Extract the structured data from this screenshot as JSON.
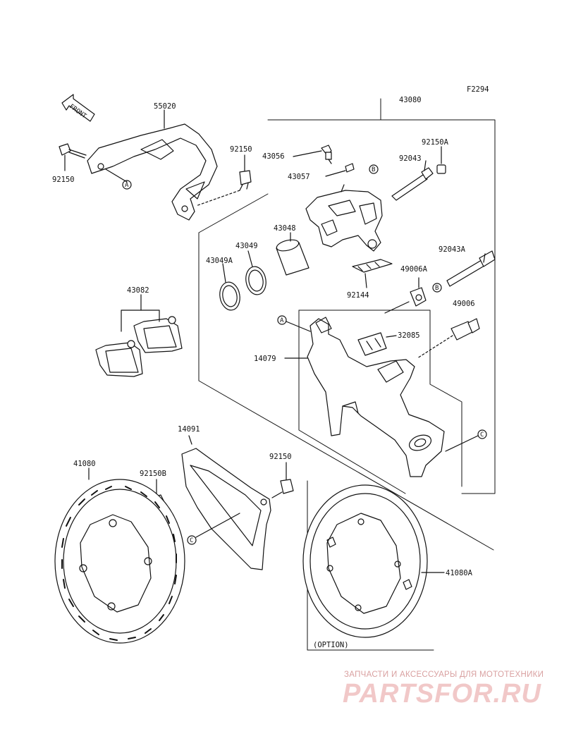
{
  "figure_code": "F2294",
  "front_arrow_label": "FRONT",
  "option_label": "(OPTION)",
  "part_labels": {
    "p55020": "55020",
    "p92150_a": "92150",
    "p92150_b": "92150",
    "p92150_c": "92150",
    "p92150B": "92150B",
    "p43080": "43080",
    "p43056": "43056",
    "p43057": "43057",
    "p92043": "92043",
    "p92150A": "92150A",
    "p43048": "43048",
    "p43049": "43049",
    "p43049A": "43049A",
    "p92043A": "92043A",
    "p49006A": "49006A",
    "p49006": "49006",
    "p92144": "92144",
    "p43082": "43082",
    "p32085": "32085",
    "p14079": "14079",
    "p14091": "14091",
    "p41080": "41080",
    "p41080A": "41080A"
  },
  "callouts": {
    "A": "A",
    "B": "B",
    "C": "C"
  },
  "watermark": {
    "tagline": "ЗАПЧАСТИ И АКСЕССУАРЫ ДЛЯ МОТОТЕХНИКИ",
    "brand": "PARTSFOR.RU"
  }
}
